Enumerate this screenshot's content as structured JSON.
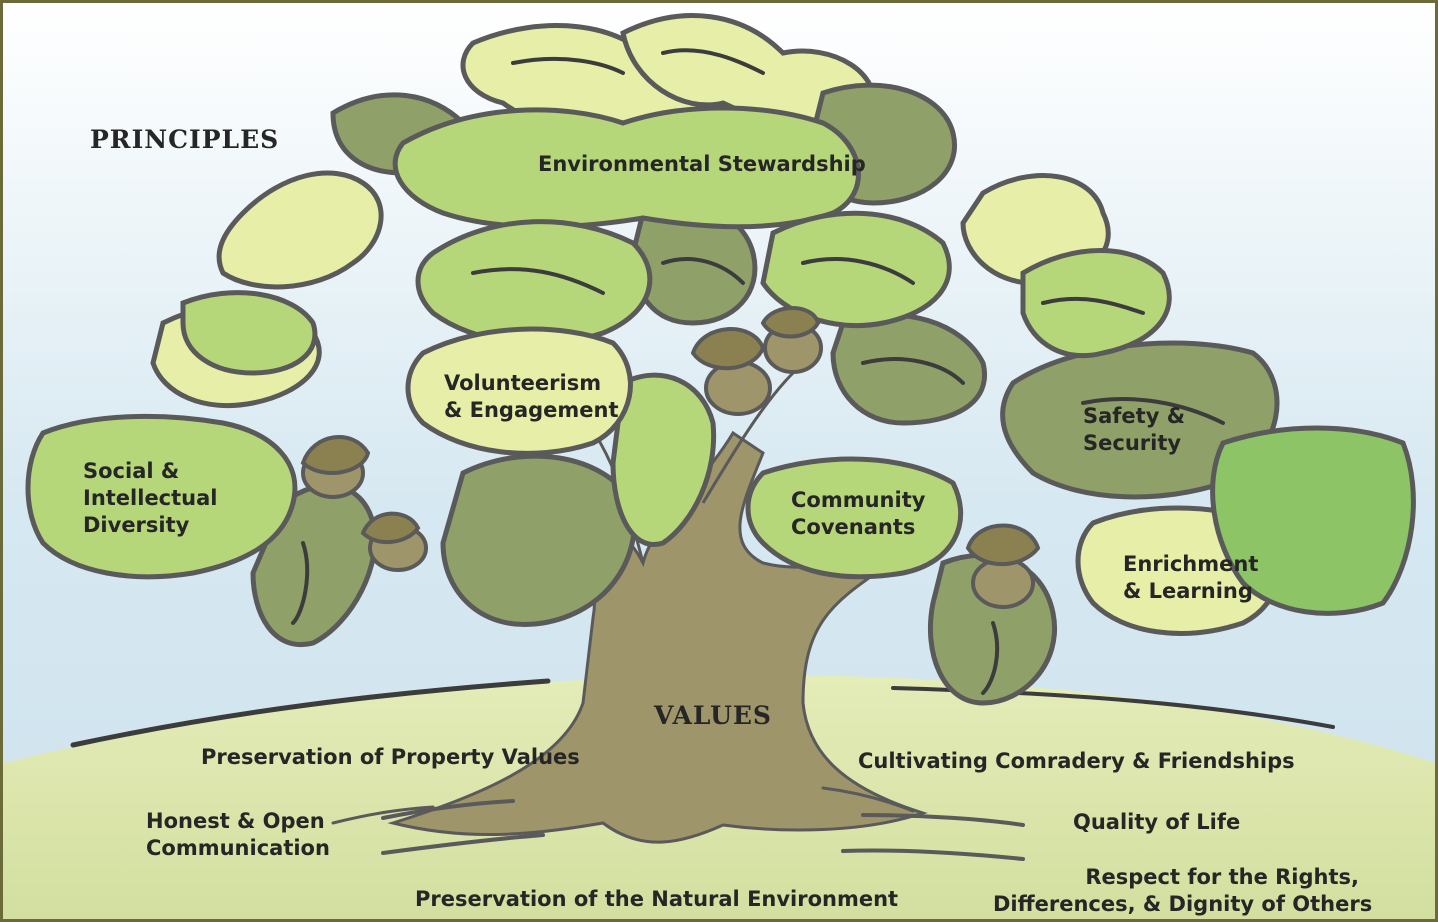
{
  "headings": {
    "principles": "PRINCIPLES",
    "values": "VALUES"
  },
  "principles": [
    {
      "lines": [
        "Environmental Stewardship"
      ]
    },
    {
      "lines": [
        "Volunteerism",
        "& Engagement"
      ]
    },
    {
      "lines": [
        "Social &",
        "Intellectual",
        "Diversity"
      ]
    },
    {
      "lines": [
        "Safety &",
        "Security"
      ]
    },
    {
      "lines": [
        "Community",
        "Covenants"
      ]
    },
    {
      "lines": [
        "Enrichment",
        "& Learning"
      ]
    }
  ],
  "values": [
    {
      "lines": [
        "Preservation of Property Values"
      ]
    },
    {
      "lines": [
        "Cultivating Comradery & Friendships"
      ]
    },
    {
      "lines": [
        "Honest & Open",
        "Communication"
      ]
    },
    {
      "lines": [
        "Quality of Life"
      ]
    },
    {
      "lines": [
        "Respect for the Rights,",
        "Differences, & Dignity of Others"
      ]
    },
    {
      "lines": [
        "Preservation of the Natural Environment"
      ]
    }
  ],
  "colors": {
    "sky": "#cfe3ee",
    "ground": "#d9e4a8",
    "trunk": "#9f956a",
    "leaf_light": "#e6eea8",
    "leaf_mid": "#b6d67a",
    "leaf_olive": "#8fa068",
    "leaf_bright": "#8cc466",
    "outline": "#5a5a5a",
    "frame": "#6b6b3a",
    "text": "#262626"
  }
}
